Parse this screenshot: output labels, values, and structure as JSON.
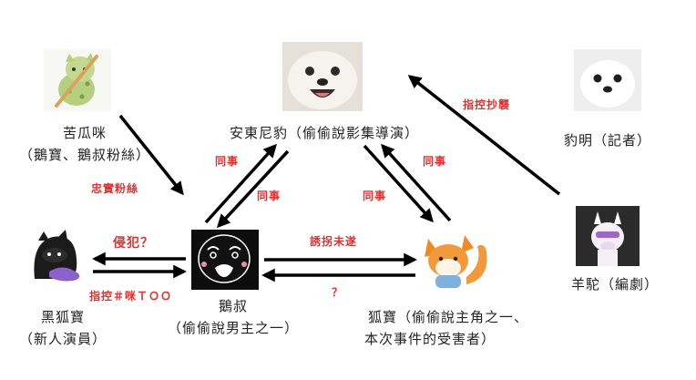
{
  "characters": {
    "bitter_melon": {
      "name": "苦瓜咪",
      "desc": "（鵝寶、鵝叔粉絲）"
    },
    "seal_director": {
      "name": "安東尼豹（偷偷說影集導演）"
    },
    "seal_reporter": {
      "name": "豹明（記者）"
    },
    "black_fox": {
      "name": "黑狐寶",
      "desc": "（新人演員）"
    },
    "goose_uncle": {
      "name": "鵝叔",
      "desc": "（偷偷說男主之一）"
    },
    "fox": {
      "name": "狐寶（偷偷說主角之一、",
      "desc": "本次事件的受害者）"
    },
    "alpaca": {
      "name": "羊駝（編劇）"
    }
  },
  "relations": {
    "loyal_fan": "忠實粉絲",
    "colleague_left_up": "同事",
    "colleague_left_down": "同事",
    "colleague_right_down": "同事",
    "colleague_right_up": "同事",
    "accuse_plagiarism": "指控抄襲",
    "invade": "侵犯？",
    "accuse_meow": "指控＃咪ＴＯＯ",
    "abduct_attempt": "誘拐未遂",
    "question": "？"
  },
  "colors": {
    "relation_text": "#e0312f",
    "arrow": "#000000"
  },
  "icons": {
    "bitter_melon": "green-cat-avatar-icon",
    "seal_director": "seal-face-icon",
    "seal_reporter": "seal-face-icon",
    "black_fox": "black-fox-avatar-icon",
    "goose_uncle": "goose-uncle-avatar-icon",
    "fox": "orange-fox-avatar-icon",
    "alpaca": "alpaca-avatar-icon"
  }
}
